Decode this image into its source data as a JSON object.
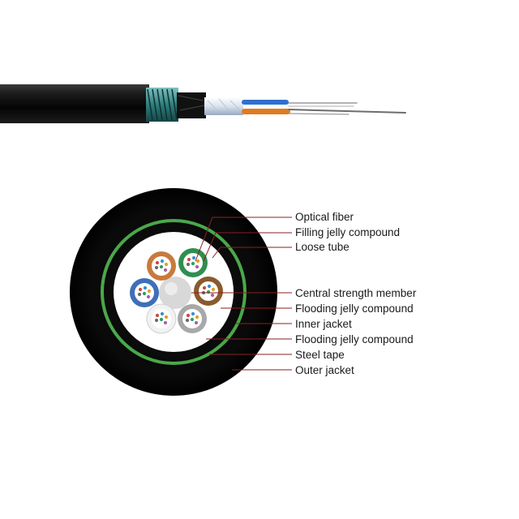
{
  "labels": [
    {
      "id": "optical-fiber",
      "text": "Optical fiber"
    },
    {
      "id": "filling-jelly-compound",
      "text": "Filling jelly compound"
    },
    {
      "id": "loose-tube",
      "text": "Loose tube"
    },
    {
      "id": "central-strength-member",
      "text": "Central strength member"
    },
    {
      "id": "flooding-jelly-compound-1",
      "text": "Flooding jelly compound"
    },
    {
      "id": "inner-jacket",
      "text": "Inner jacket"
    },
    {
      "id": "flooding-jelly-compound-2",
      "text": "Flooding jelly compound"
    },
    {
      "id": "steel-tape",
      "text": "Steel tape"
    },
    {
      "id": "outer-jacket",
      "text": "Outer jacket"
    }
  ],
  "colors": {
    "jacket": "#0d0d0d",
    "inner_ring_green": "#3c9a3a",
    "leader_line": "#8b1f1f",
    "armor_teal": "#2e7f7f",
    "tube_orange": "#c97a3c",
    "tube_green": "#2f8f4f",
    "tube_blue": "#3e6fb8",
    "tube_brown": "#8a5a2e",
    "tube_white": "#f2f2f2",
    "tube_gray": "#a8a8a8",
    "fiber_blue": "#2f6fd0",
    "fiber_orange": "#e07b1e"
  },
  "loose_tubes": [
    {
      "name": "orange",
      "color_key": "tube_orange"
    },
    {
      "name": "green",
      "color_key": "tube_green"
    },
    {
      "name": "blue",
      "color_key": "tube_blue"
    },
    {
      "name": "brown",
      "color_key": "tube_brown"
    },
    {
      "name": "white",
      "color_key": "tube_white"
    },
    {
      "name": "gray",
      "color_key": "tube_gray"
    }
  ]
}
